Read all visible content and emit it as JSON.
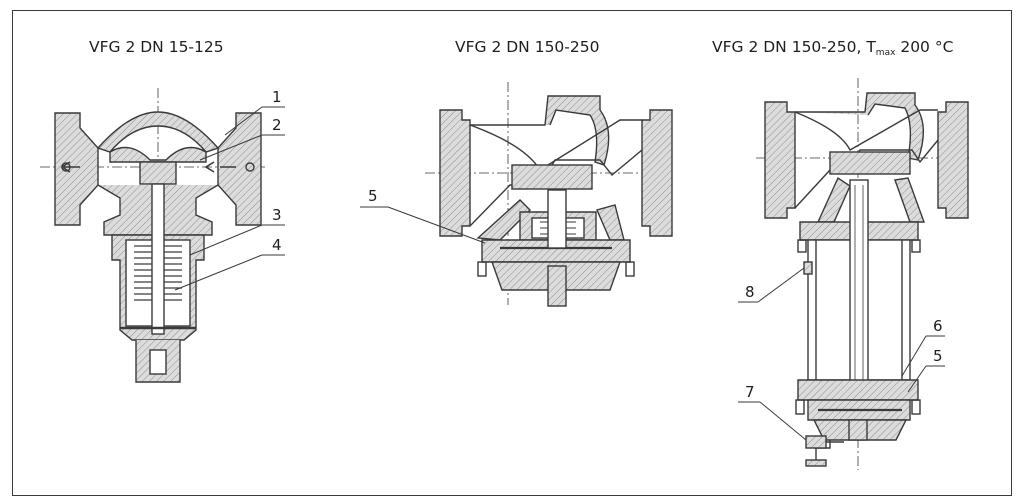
{
  "titles": {
    "valve_1": "VFG 2 DN 15-125",
    "valve_2": "VFG 2 DN 150-250",
    "valve_3_prefix": "VFG 2 DN 150-250, T",
    "valve_3_sub": "max",
    "valve_3_suffix": " 200 °C"
  },
  "callouts": {
    "c1": "1",
    "c2": "2",
    "c3": "3",
    "c4": "4",
    "c5a": "5",
    "c5b": "5",
    "c6": "6",
    "c7": "7",
    "c8": "8"
  },
  "colors": {
    "line": "#3a3a3a",
    "hatch": "#9a9a9a",
    "section": "#d9d9d9",
    "text": "#1e1e1e"
  }
}
